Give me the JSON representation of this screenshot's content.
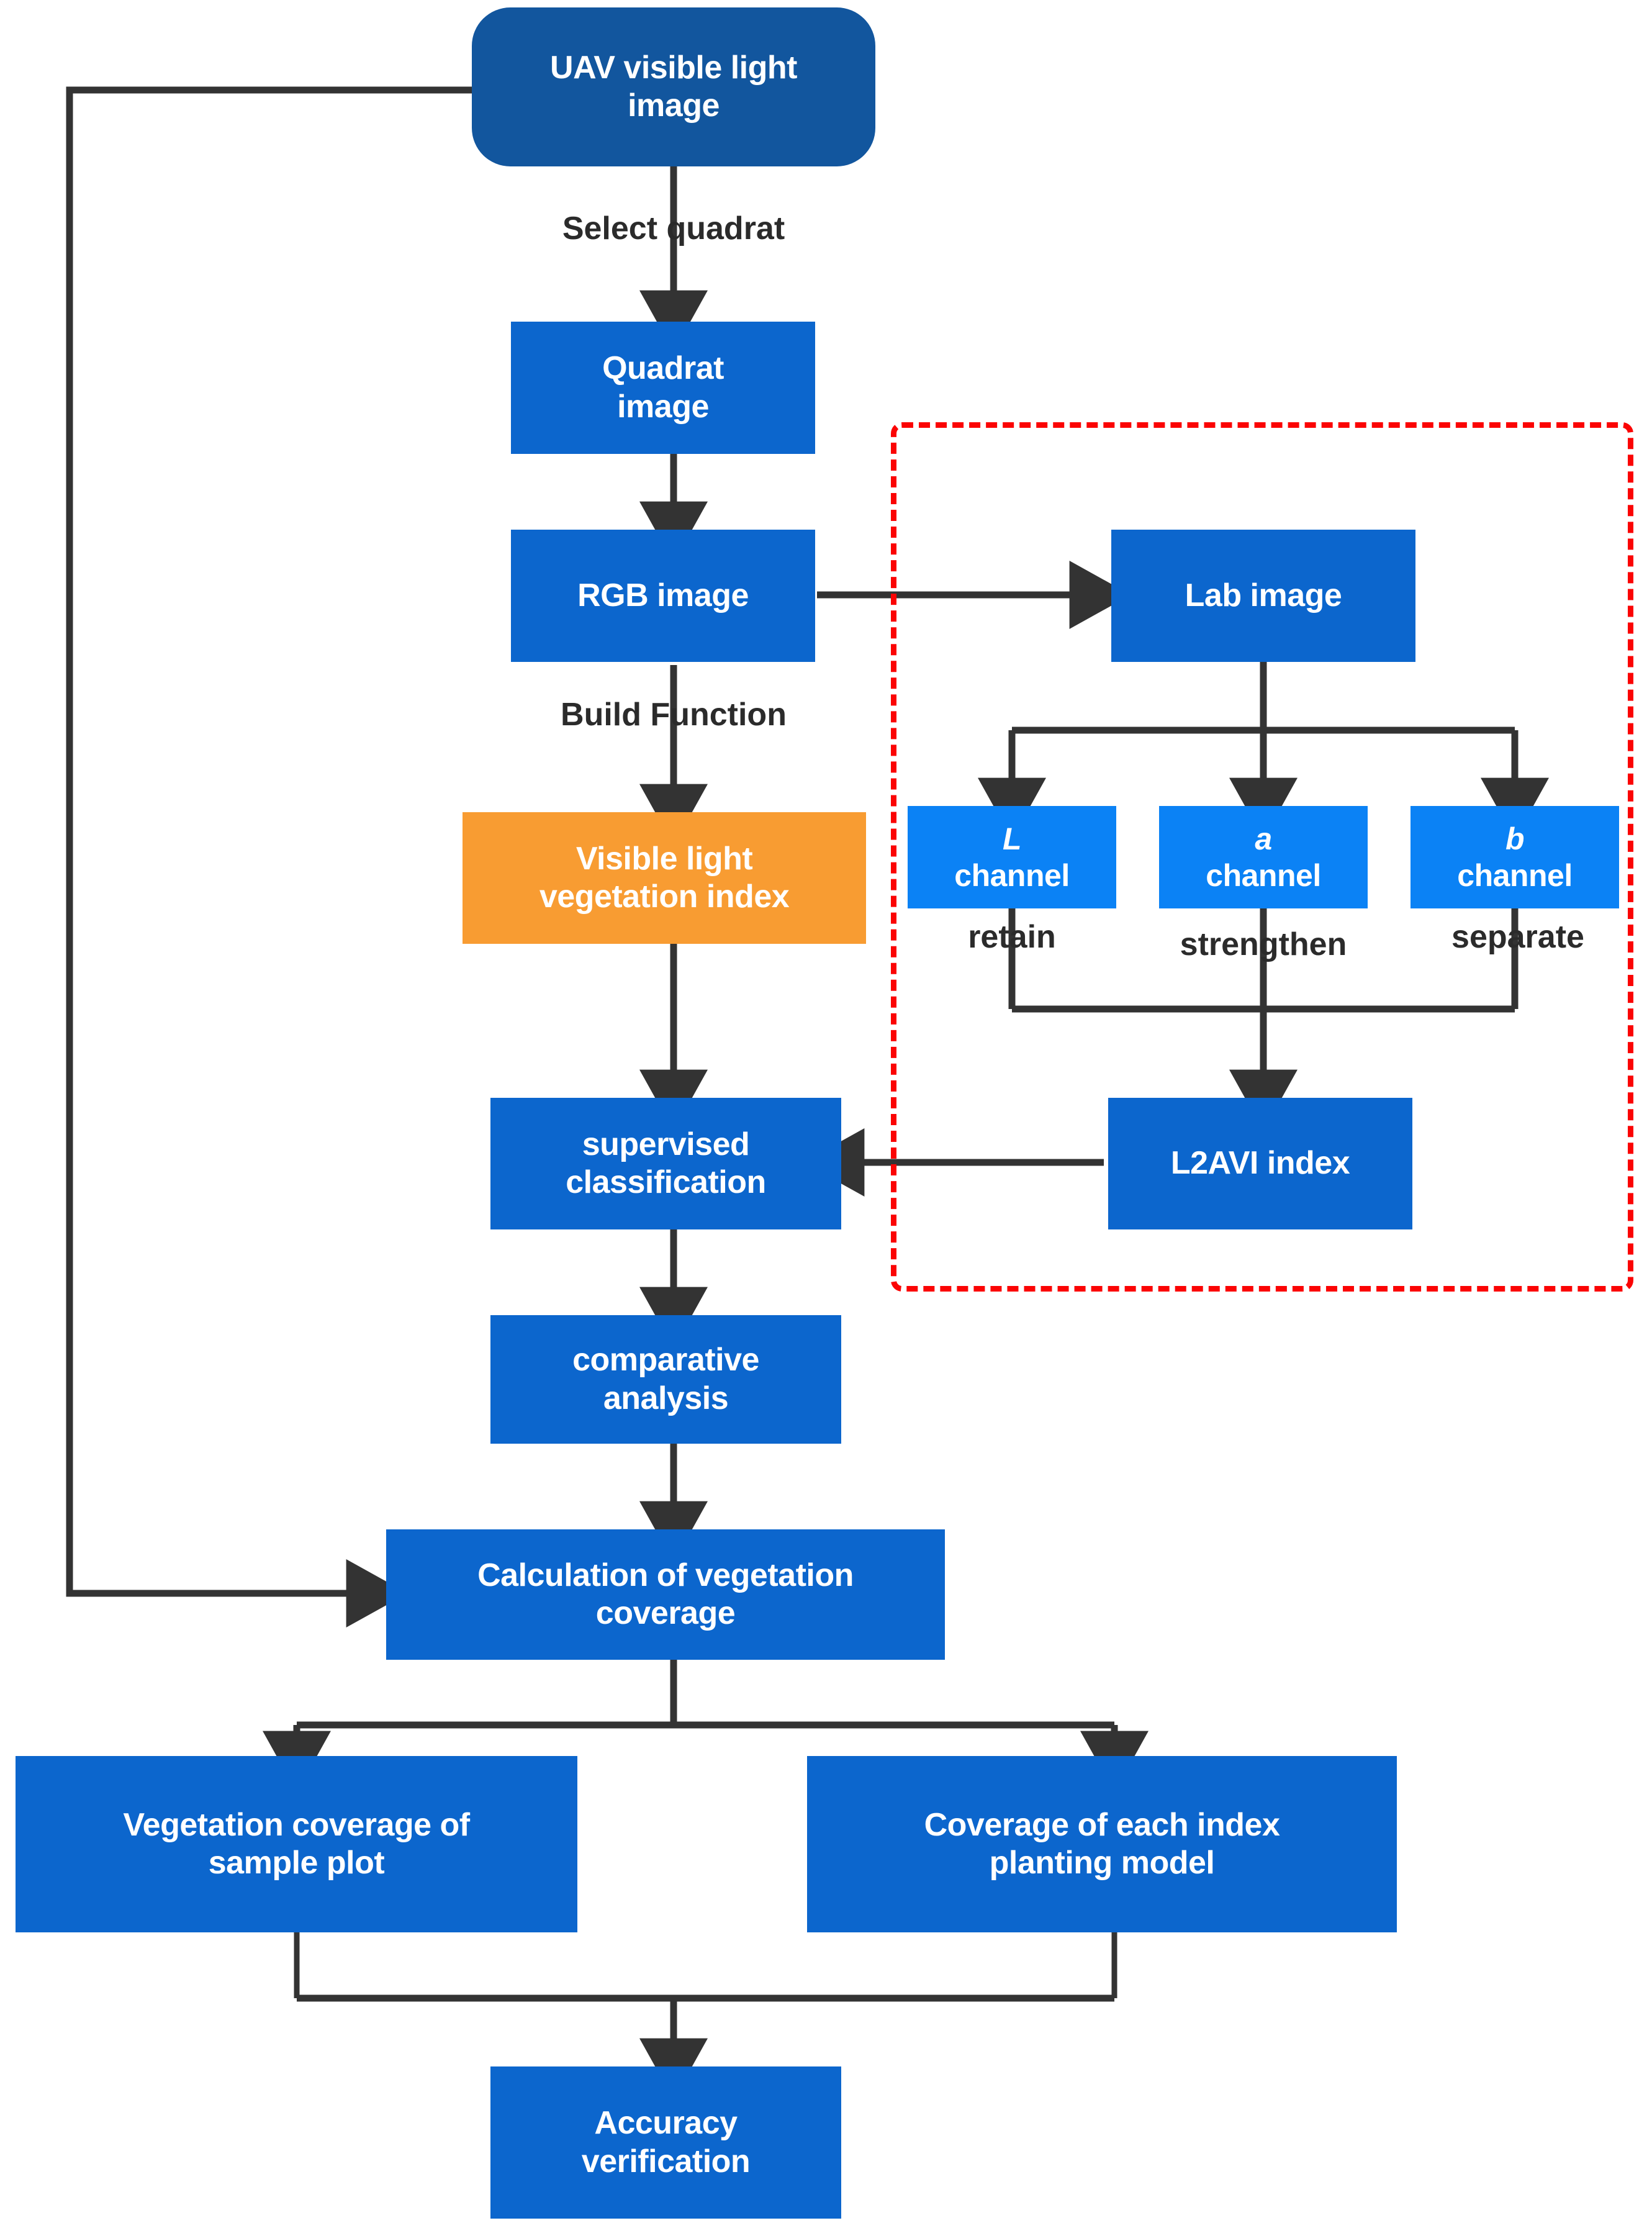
{
  "diagram": {
    "title": "UAV visible light vegetation coverage extraction workflow",
    "colors": {
      "node_dark_blue": "#12569e",
      "node_blue": "#0c66cd",
      "node_bright_blue": "#0b82f5",
      "node_orange": "#f89c32",
      "arrow": "#333333",
      "group_border": "#fb0404",
      "node_text": "#ffffff",
      "label_text": "#2b2b2b",
      "background": "#ffffff"
    },
    "nodes": [
      {
        "id": "uav",
        "label": "UAV visible light\nimage",
        "shape": "rounded-rect",
        "color": "node_dark_blue"
      },
      {
        "id": "quadrat",
        "label": "Quadrat\nimage",
        "shape": "rect",
        "color": "node_blue"
      },
      {
        "id": "rgb",
        "label": "RGB image",
        "shape": "rect",
        "color": "node_blue"
      },
      {
        "id": "lab",
        "label": "Lab image",
        "shape": "rect",
        "color": "node_blue"
      },
      {
        "id": "vli",
        "label": "Visible light\nvegetation index",
        "shape": "rect",
        "color": "node_orange"
      },
      {
        "id": "lchan",
        "label": "L\nchannel",
        "shape": "rect",
        "color": "node_bright_blue",
        "italic_first_line": true
      },
      {
        "id": "achan",
        "label": "a\nchannel",
        "shape": "rect",
        "color": "node_bright_blue",
        "italic_first_line": true
      },
      {
        "id": "bchan",
        "label": "b\nchannel",
        "shape": "rect",
        "color": "node_bright_blue",
        "italic_first_line": true
      },
      {
        "id": "l2avi",
        "label": "L2AVI index",
        "shape": "rect",
        "color": "node_blue"
      },
      {
        "id": "supervised",
        "label": "supervised\nclassification",
        "shape": "rect",
        "color": "node_blue"
      },
      {
        "id": "compare",
        "label": "comparative\nanalysis",
        "shape": "rect",
        "color": "node_blue"
      },
      {
        "id": "calc",
        "label": "Calculation of vegetation\ncoverage",
        "shape": "rect",
        "color": "node_blue"
      },
      {
        "id": "covplot",
        "label": "Vegetation coverage of\nsample plot",
        "shape": "rect",
        "color": "node_blue"
      },
      {
        "id": "covindex",
        "label": "Coverage of each index\nplanting model",
        "shape": "rect",
        "color": "node_blue"
      },
      {
        "id": "accuracy",
        "label": "Accuracy\nverification",
        "shape": "rect",
        "color": "node_blue"
      }
    ],
    "edge_labels": [
      {
        "id": "select-quadrat",
        "text": "Select quadrat"
      },
      {
        "id": "build-function",
        "text": "Build Function"
      },
      {
        "id": "retain",
        "text": "retain"
      },
      {
        "id": "strengthen",
        "text": "strengthen"
      },
      {
        "id": "separate",
        "text": "separate"
      }
    ],
    "edges": [
      {
        "from": "uav",
        "to": "quadrat",
        "label": "Select quadrat"
      },
      {
        "from": "quadrat",
        "to": "rgb",
        "label": ""
      },
      {
        "from": "rgb",
        "to": "lab",
        "label": ""
      },
      {
        "from": "rgb",
        "to": "vli",
        "label": "Build Function"
      },
      {
        "from": "lab",
        "to": "lchan",
        "label": ""
      },
      {
        "from": "lab",
        "to": "achan",
        "label": ""
      },
      {
        "from": "lab",
        "to": "bchan",
        "label": ""
      },
      {
        "from": "lchan",
        "to": "l2avi",
        "label": "retain"
      },
      {
        "from": "achan",
        "to": "l2avi",
        "label": "strengthen"
      },
      {
        "from": "bchan",
        "to": "l2avi",
        "label": "separate"
      },
      {
        "from": "vli",
        "to": "supervised",
        "label": ""
      },
      {
        "from": "l2avi",
        "to": "supervised",
        "label": ""
      },
      {
        "from": "supervised",
        "to": "compare",
        "label": ""
      },
      {
        "from": "compare",
        "to": "calc",
        "label": ""
      },
      {
        "from": "calc",
        "to": "covplot",
        "label": ""
      },
      {
        "from": "calc",
        "to": "covindex",
        "label": ""
      },
      {
        "from": "covplot",
        "to": "accuracy",
        "label": ""
      },
      {
        "from": "covindex",
        "to": "accuracy",
        "label": ""
      },
      {
        "from": "uav",
        "to": "calc",
        "label": ""
      }
    ],
    "group_box": {
      "id": "l2avi-method-group",
      "style": "red-dashed",
      "label": ""
    }
  }
}
